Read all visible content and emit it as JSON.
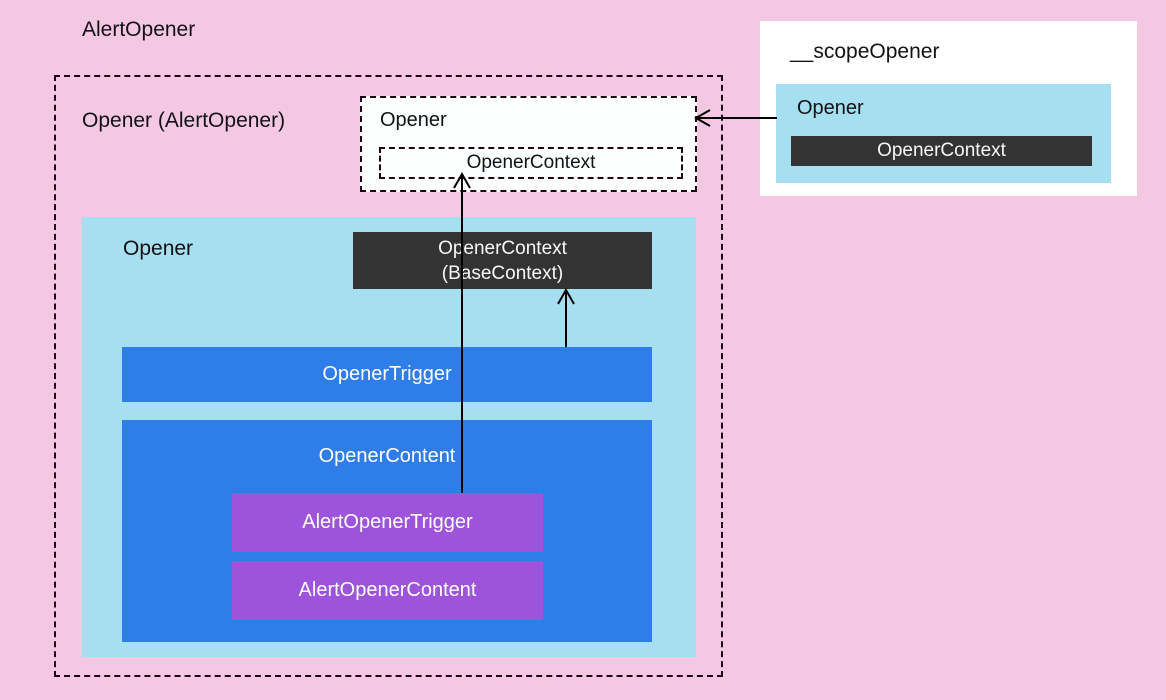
{
  "diagram": {
    "title": "AlertOpener",
    "outer_scope": {
      "label": "Opener (AlertOpener)",
      "provided": {
        "label": "Opener",
        "context_label": "OpenerContext"
      },
      "opener": {
        "label": "Opener",
        "context_line1": "OpenerContext",
        "context_line2": "(BaseContext)",
        "trigger_label": "OpenerTrigger",
        "content": {
          "label": "OpenerContent",
          "children": [
            "AlertOpenerTrigger",
            "AlertOpenerContent"
          ]
        }
      }
    },
    "scope_panel": {
      "title": "__scopeOpener",
      "opener": {
        "label": "Opener",
        "context_label": "OpenerContext"
      }
    },
    "colors": {
      "background_pink": "#f4c7e3",
      "component_light_blue": "#a5dff0",
      "part_blue": "#2f7de9",
      "alert_purple": "#9d53da",
      "context_dark": "#333333",
      "panel_white": "#ffffff",
      "dashed_border": "#1f0617",
      "arrow": "#000000"
    }
  }
}
